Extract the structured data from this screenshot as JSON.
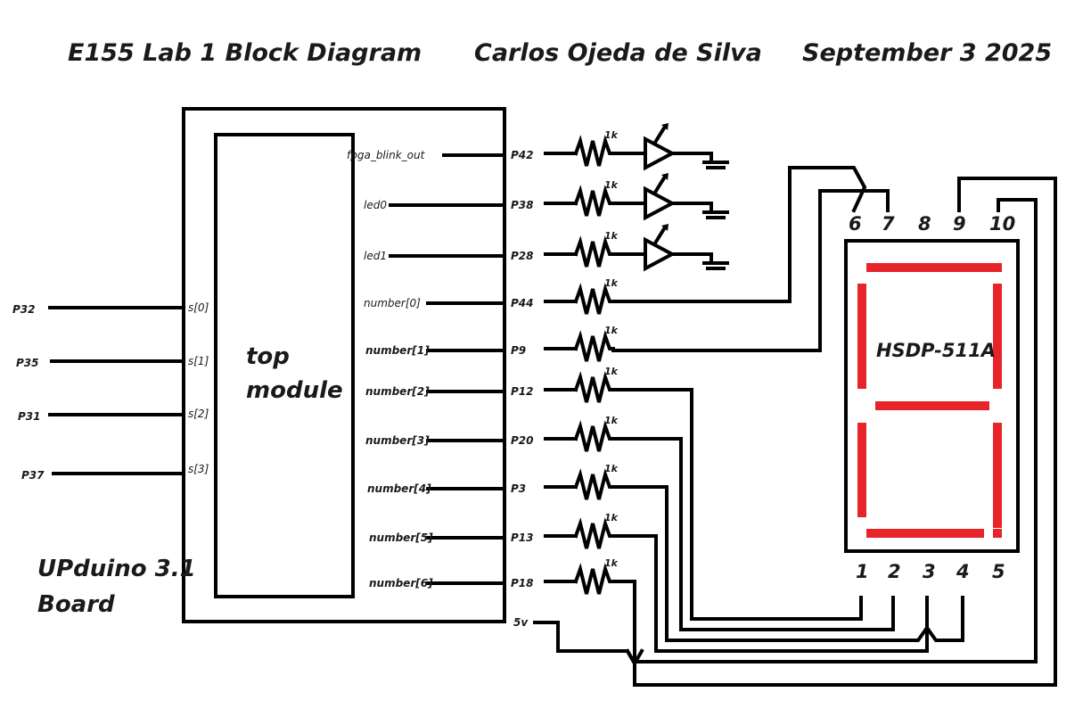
{
  "header": {
    "title": "E155 Lab 1 Block Diagram",
    "author": "Carlos Ojeda de Silva",
    "date": "September 3 2025"
  },
  "board": {
    "label_line1": "UPduino 3.1",
    "label_line2": "Board",
    "module_line1": "top",
    "module_line2": "module"
  },
  "inputs": [
    {
      "pin": "P32",
      "signal": "s[0]"
    },
    {
      "pin": "P35",
      "signal": "s[1]"
    },
    {
      "pin": "P31",
      "signal": "s[2]"
    },
    {
      "pin": "P37",
      "signal": "s[3]"
    }
  ],
  "outputs": [
    {
      "signal": "fpga_blink_out",
      "pin": "P42",
      "resistor": "1k"
    },
    {
      "signal": "led0",
      "pin": "P38",
      "resistor": "1k"
    },
    {
      "signal": "led1",
      "pin": "P28",
      "resistor": "1k"
    },
    {
      "signal": "number[0]",
      "pin": "P44",
      "resistor": "1k"
    },
    {
      "signal": "number[1]",
      "pin": "P9",
      "resistor": "1k"
    },
    {
      "signal": "number[2]",
      "pin": "P12",
      "resistor": "1k"
    },
    {
      "signal": "number[3]",
      "pin": "P20",
      "resistor": "1k"
    },
    {
      "signal": "number[4]",
      "pin": "P3",
      "resistor": "1k"
    },
    {
      "signal": "number[5]",
      "pin": "P13",
      "resistor": "1k"
    },
    {
      "signal": "number[6]",
      "pin": "P18",
      "resistor": "1k"
    }
  ],
  "power": {
    "label": "5v"
  },
  "display": {
    "label": "HSDP-511A",
    "segment_color": "#e8242b",
    "top_pins": [
      "6",
      "7",
      "8",
      "9",
      "10"
    ],
    "bottom_pins": [
      "1",
      "2",
      "3",
      "4",
      "5"
    ]
  }
}
